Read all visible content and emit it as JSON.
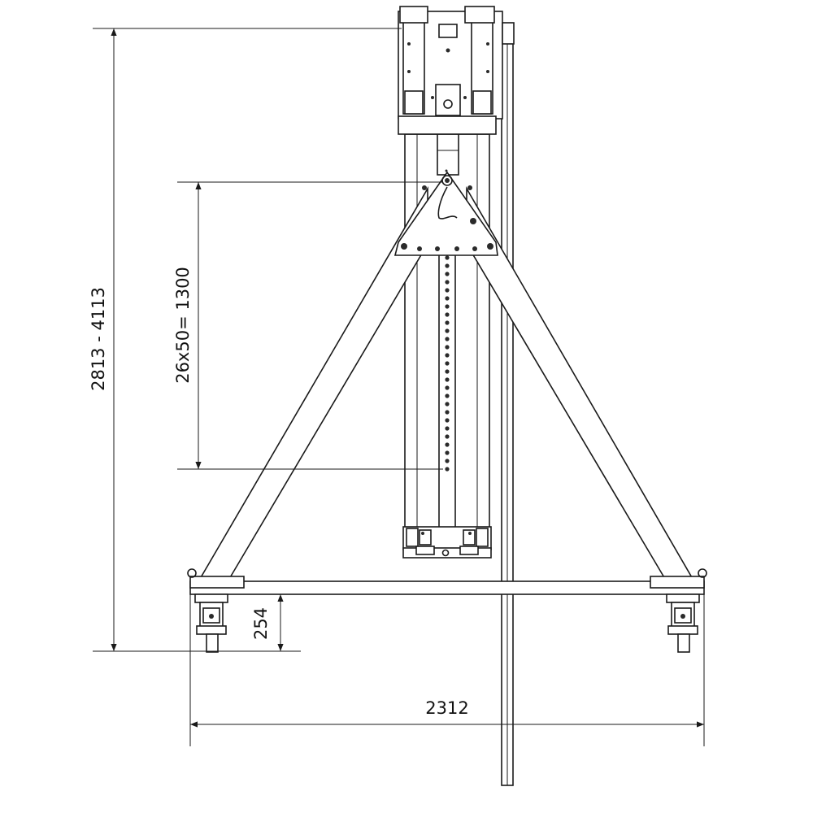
{
  "diagram": {
    "dimensions": {
      "total_height": "2813 - 4113",
      "hole_spacing": "26x50= 1300",
      "foot_height": "254",
      "base_width": "2312"
    },
    "colors": {
      "line": "#1a1a1a",
      "background": "#ffffff"
    }
  }
}
